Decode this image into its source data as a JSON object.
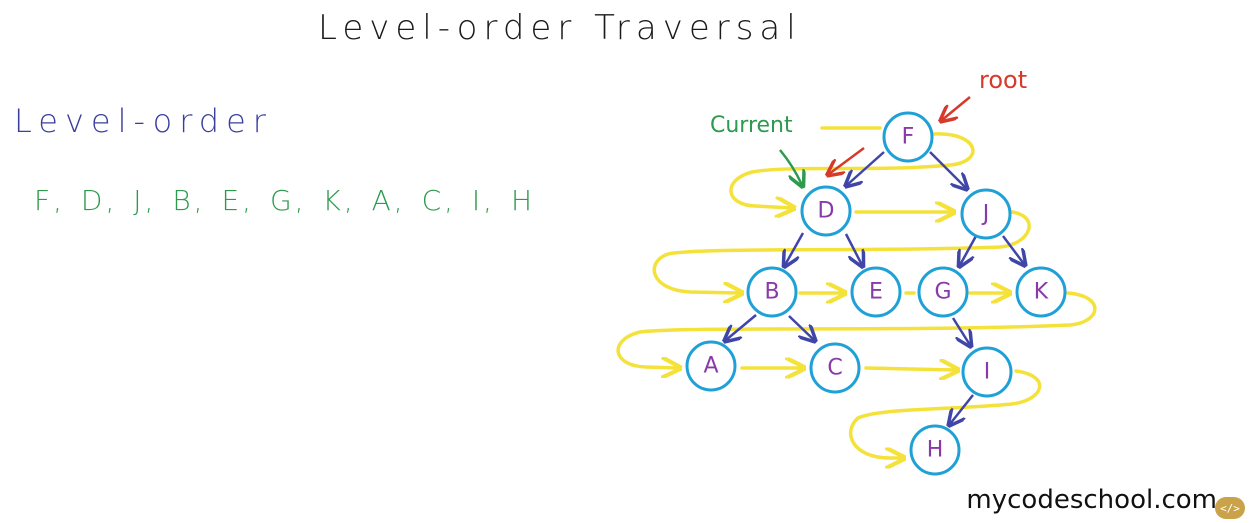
{
  "title": "Level-order Traversal",
  "heading": "Level-order",
  "sequence": "F, D, J, B, E, G, K, A, C, I, H",
  "labels": {
    "root": "root",
    "current": "Current"
  },
  "tree": {
    "nodes": [
      {
        "id": "F",
        "label": "F",
        "parent": null
      },
      {
        "id": "D",
        "label": "D",
        "parent": "F"
      },
      {
        "id": "J",
        "label": "J",
        "parent": "F"
      },
      {
        "id": "B",
        "label": "B",
        "parent": "D"
      },
      {
        "id": "E",
        "label": "E",
        "parent": "D"
      },
      {
        "id": "G",
        "label": "G",
        "parent": "J"
      },
      {
        "id": "K",
        "label": "K",
        "parent": "J"
      },
      {
        "id": "A",
        "label": "A",
        "parent": "B"
      },
      {
        "id": "C",
        "label": "C",
        "parent": "B"
      },
      {
        "id": "I",
        "label": "I",
        "parent": "G"
      },
      {
        "id": "H",
        "label": "H",
        "parent": "I"
      }
    ],
    "traversal_order": [
      "F",
      "D",
      "J",
      "B",
      "E",
      "G",
      "K",
      "A",
      "C",
      "I",
      "H"
    ]
  },
  "brand": "mycodeschool.com",
  "brand_badge": "</>",
  "colors": {
    "title": "#1a1a1a",
    "heading": "#3a3f9e",
    "sequence": "#2e9a4e",
    "node_stroke": "#1fa0d6",
    "node_text": "#8a3aa8",
    "edge": "#3f46a8",
    "traversal_path": "#f4e23a",
    "root_annotation": "#d63a2a",
    "current_annotation": "#2e9a4e"
  }
}
